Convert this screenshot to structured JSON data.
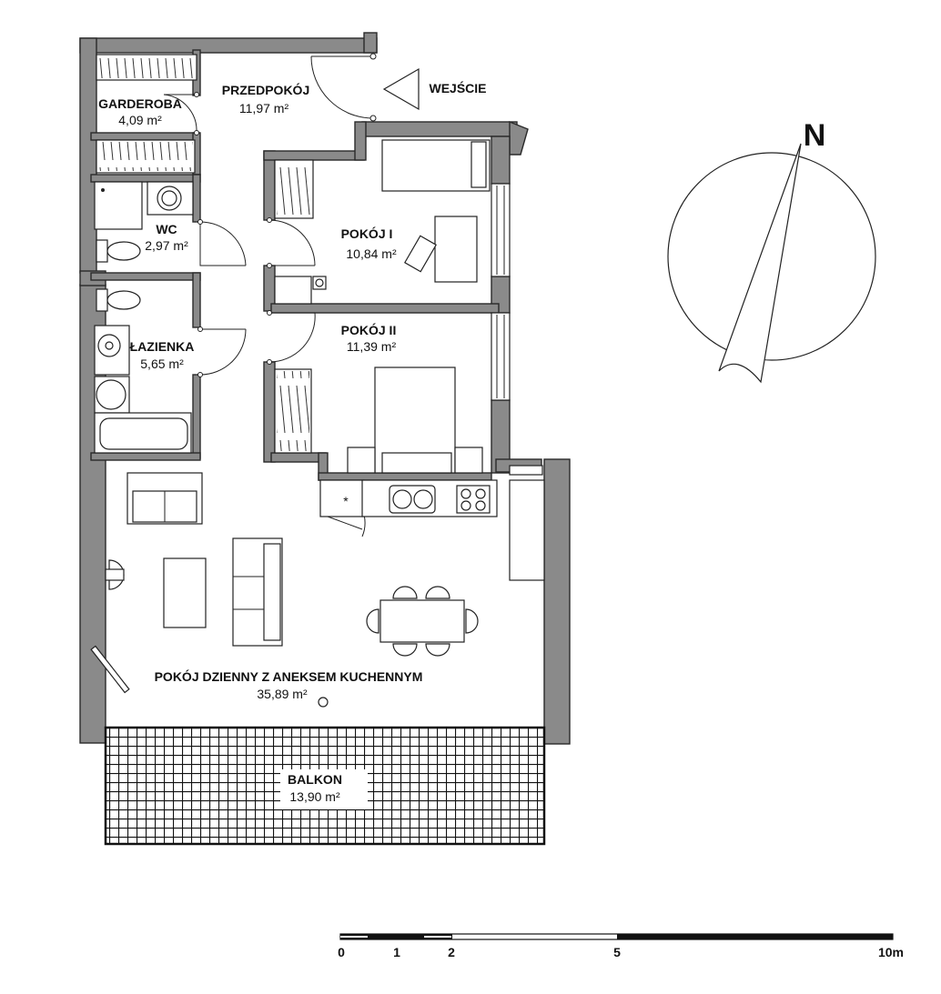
{
  "rooms": [
    {
      "name": "GARDEROBA",
      "area": "4,09 m²"
    },
    {
      "name": "PRZEDPOKÓJ",
      "area": "11,97 m²"
    },
    {
      "name": "WC",
      "area": "2,97 m²"
    },
    {
      "name": "POKÓJ I",
      "area": "10,84 m²"
    },
    {
      "name": "ŁAZIENKA",
      "area": "5,65 m²"
    },
    {
      "name": "POKÓJ II",
      "area": "11,39 m²"
    },
    {
      "name": "POKÓJ DZIENNY Z ANEKSEM KUCHENNYM",
      "area": "35,89 m²"
    },
    {
      "name": "BALKON",
      "area": "13,90 m²"
    }
  ],
  "entrance": "WEJŚCIE",
  "north": "N",
  "fridge_mark": "*",
  "scale": {
    "labels": [
      "0",
      "1",
      "2",
      "5",
      "10m"
    ]
  }
}
